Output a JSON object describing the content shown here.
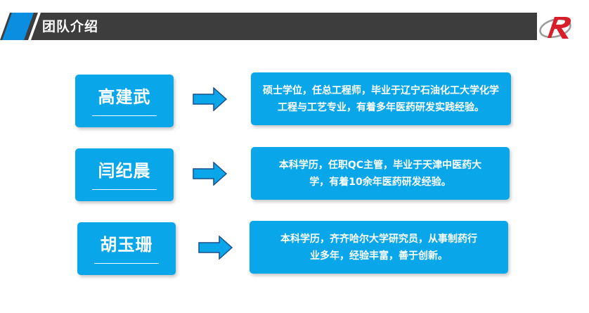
{
  "header": {
    "title": "团队介绍"
  },
  "colors": {
    "accent": "#0aa6ea",
    "header_dark": "#3d3d3d",
    "header_blue": "#0b8ee0",
    "logo_red": "#d91e2b"
  },
  "members": [
    {
      "name": "高建武",
      "description": "硕士学位，任总工程师，毕业于辽宁石油化工大学化学工程与工艺专业，有着多年医药研发实践经验。"
    },
    {
      "name": "闫纪晨",
      "description": "本科学历，任职QC主管，毕业于天津中医药大学，有着10余年医药研发经验。"
    },
    {
      "name": "胡玉珊",
      "description": "本科学历，齐齐哈尔大学研究员，从事制药行业多年，经验丰富，善于创新。"
    }
  ]
}
